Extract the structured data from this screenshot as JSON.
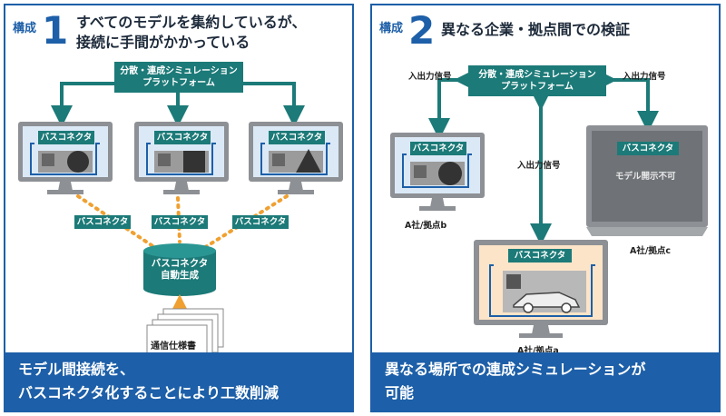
{
  "panel1": {
    "tag": "構成",
    "number": "1",
    "title_line1": "すべてのモデルを集約しているが、",
    "title_line2": "接続に手間がかかっている",
    "sim_box_line1": "分散・連成シミュレーション",
    "sim_box_line2": "プラットフォーム",
    "monitor_tags": [
      "バスコネクタ",
      "バスコネクタ",
      "バスコネクタ"
    ],
    "link_tags": [
      "バスコネクタ",
      "バスコネクタ",
      "バスコネクタ"
    ],
    "db_line1": "バスコネクタ",
    "db_line2": "自動生成",
    "spec_label": "通信仕様書",
    "footer_line1": "モデル間接続を、",
    "footer_line2": "バスコネクタ化することにより工数削減"
  },
  "panel2": {
    "tag": "構成",
    "number": "2",
    "title": "異なる企業・拠点間での検証",
    "sim_box_line1": "分散・連成シミュレーション",
    "sim_box_line2": "プラットフォーム",
    "io_left": "入出力信号",
    "io_right": "入出力信号",
    "io_center": "入出力信号",
    "left_tag": "バスコネクタ",
    "left_label": "A社/拠点b",
    "right_tag": "バスコネクタ",
    "right_note": "モデル開示不可",
    "right_label": "A社/拠点c",
    "bottom_tag": "バスコネクタ",
    "bottom_label": "A社/拠点a",
    "footer_line1": "異なる場所での連成シミュレーションが",
    "footer_line2": "可能"
  }
}
